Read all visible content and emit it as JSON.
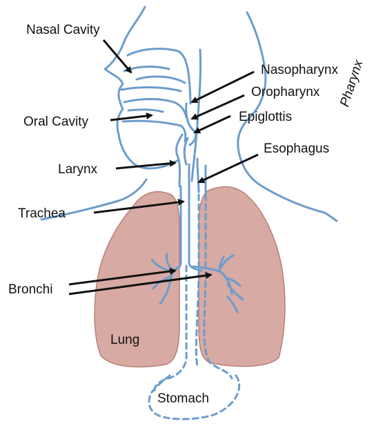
{
  "colors": {
    "outline": "#6c9ccb",
    "lung_fill": "#d7aaa3",
    "lung_stroke": "#b87e79",
    "arrow": "#111111",
    "text": "#111111"
  },
  "labels": {
    "nasal_cavity": "Nasal Cavity",
    "nasopharynx": "Nasopharynx",
    "oropharynx": "Oropharynx",
    "pharynx": "Pharynx",
    "oral_cavity": "Oral Cavity",
    "epiglottis": "Epiglottis",
    "larynx": "Larynx",
    "esophagus": "Esophagus",
    "trachea": "Trachea",
    "bronchi": "Bronchi",
    "lung": "Lung",
    "stomach": "Stomach"
  }
}
